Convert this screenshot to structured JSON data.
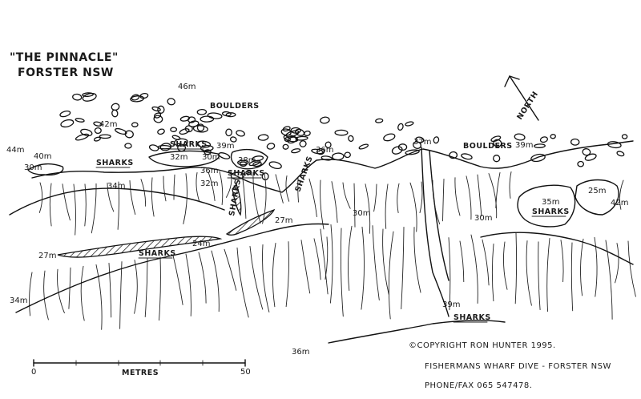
{
  "title": {
    "line1": "\"THE PINNACLE\"",
    "line2": "FORSTER NSW"
  },
  "north_label": "NORTH",
  "depth_labels": [
    {
      "id": "d46",
      "text": "46m"
    },
    {
      "id": "d42a",
      "text": "42m"
    },
    {
      "id": "d44",
      "text": "44m"
    },
    {
      "id": "d40",
      "text": "40m"
    },
    {
      "id": "d30a",
      "text": "30m"
    },
    {
      "id": "d34a",
      "text": "34m"
    },
    {
      "id": "d32a",
      "text": "32m"
    },
    {
      "id": "d30b",
      "text": "30m"
    },
    {
      "id": "d36a",
      "text": "36m"
    },
    {
      "id": "d39a",
      "text": "39m"
    },
    {
      "id": "d38",
      "text": "38m"
    },
    {
      "id": "d32b",
      "text": "32m"
    },
    {
      "id": "d36b",
      "text": "36m"
    },
    {
      "id": "d37",
      "text": "37m"
    },
    {
      "id": "d39b",
      "text": "39m"
    },
    {
      "id": "d35",
      "text": "35m"
    },
    {
      "id": "d25",
      "text": "25m"
    },
    {
      "id": "d42b",
      "text": "42m"
    },
    {
      "id": "d30c",
      "text": "30m"
    },
    {
      "id": "d30d",
      "text": "30m"
    },
    {
      "id": "d27a",
      "text": "27m"
    },
    {
      "id": "d27b",
      "text": "27m"
    },
    {
      "id": "d24a",
      "text": "24m"
    },
    {
      "id": "d34b",
      "text": "34m"
    },
    {
      "id": "d39c",
      "text": "39m"
    },
    {
      "id": "d36c",
      "text": "36m"
    }
  ],
  "feature_labels": {
    "boulders_top": "BOULDERS",
    "boulders_right": "BOULDERS",
    "sharks_1": "SHARKS",
    "sharks_2": "SHARKS",
    "sharks_3": "SHARKS",
    "sharks_4": "SHARKS",
    "sharks_5": "SHARKS",
    "sharks_6": "SHARKS",
    "sharks_vert_1": "SHARKS",
    "sharks_vert_2": "SHARKS"
  },
  "scale": {
    "start": "0",
    "label": "METRES",
    "end": "50"
  },
  "credits": {
    "copyright": "©COPYRIGHT RON HUNTER 1995.",
    "business": "FISHERMANS WHARF DIVE - FORSTER NSW",
    "phone": "PHONE/FAX 065 547478."
  }
}
